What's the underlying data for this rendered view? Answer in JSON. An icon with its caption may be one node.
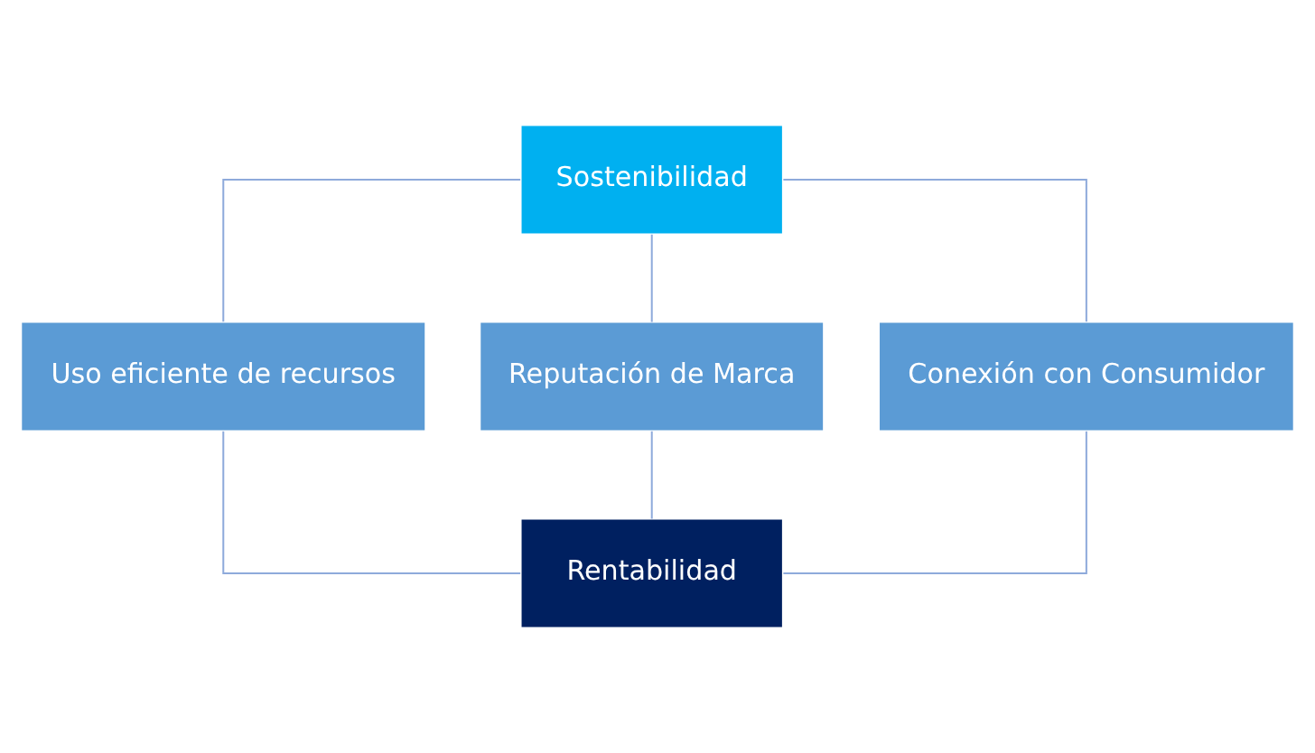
{
  "diagram": {
    "nodes": [
      {
        "text": [
          "Sostenibilidad"
        ]
      },
      {
        "text": [
          "Uso eficiente de recursos"
        ]
      },
      {
        "text": [
          "Reputación de Marca"
        ]
      },
      {
        "text": [
          "Conexión con Consumidor"
        ]
      },
      {
        "text": [
          "Rentabilidad"
        ]
      }
    ],
    "edges": [
      {
        "from": 0,
        "to": 1,
        "arrow": "none"
      },
      {
        "from": 0,
        "to": 2,
        "arrow": "none"
      },
      {
        "from": 0,
        "to": 3,
        "arrow": "none"
      },
      {
        "from": 1,
        "to": 4,
        "arrow": "none"
      },
      {
        "from": 2,
        "to": 4,
        "arrow": "none"
      },
      {
        "from": 3,
        "to": 4,
        "arrow": "none"
      }
    ]
  }
}
